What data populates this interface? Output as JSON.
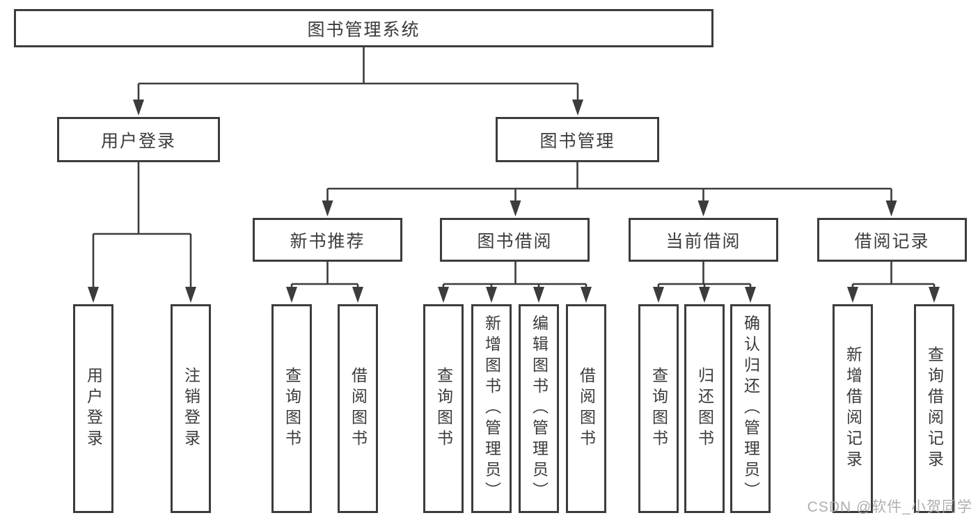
{
  "diagram": {
    "root": "图书管理系统",
    "l2": [
      "用户登录",
      "图书管理"
    ],
    "l3": [
      "新书推荐",
      "图书借阅",
      "当前借阅",
      "借阅记录"
    ],
    "leaves_login": [
      "用户登录",
      "注销登录"
    ],
    "leaves_recommend": [
      "查询图书",
      "借阅图书"
    ],
    "leaves_borrow": [
      "查询图书",
      "新增图书（管理员）",
      "编辑图书（管理员）",
      "借阅图书"
    ],
    "leaves_current": [
      "查询图书",
      "归还图书",
      "确认归还（管理员）"
    ],
    "leaves_record": [
      "新增借阅记录",
      "查询借阅记录"
    ]
  },
  "watermark": "CSDN @软件_小贺同学",
  "colors": {
    "line": "#3c3c3c",
    "box_background": "#ffffff",
    "text": "#3b3b3b",
    "watermark": "#a8a8a8"
  }
}
